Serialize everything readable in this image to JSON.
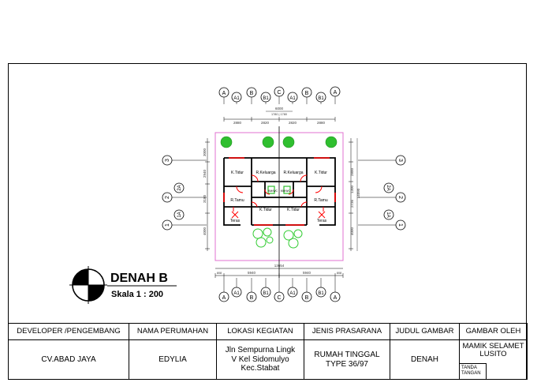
{
  "drawing": {
    "title": "DENAH B",
    "scale": "Skala 1 : 200"
  },
  "grid": {
    "top": [
      "A",
      "A1",
      "B",
      "B1",
      "C",
      "A1",
      "B",
      "B1",
      "A"
    ],
    "bottom": [
      "A",
      "A1",
      "B",
      "B1",
      "C",
      "A1",
      "B",
      "B1",
      "A"
    ],
    "left": [
      "3",
      "2",
      "1"
    ],
    "left_sub": [
      "2A",
      "1A"
    ],
    "right": [
      "3",
      "2",
      "1"
    ],
    "right_sub": [
      "2A",
      "1A"
    ]
  },
  "dimensions": {
    "top_total": "6000",
    "top_center": "1780 | 1780",
    "top_segments": [
      "2880",
      "2820",
      "2820",
      "2880"
    ],
    "bottom_segments": [
      "808",
      "5940",
      "5940",
      "808"
    ],
    "bottom_total": "13654",
    "left_segments": [
      "3000",
      "2940",
      "3180",
      "4000"
    ],
    "right_segments": [
      "2800",
      "1300",
      "2736",
      "4000"
    ],
    "right_total": "14090"
  },
  "rooms": {
    "k_tidur_left_top": "K.Tidur",
    "r_keluarga_left": "R.Keluarga",
    "r_keluarga_right": "R.Keluarga",
    "k_tidur_right_top": "K.Tidur",
    "km_wc_left": "KM/WC",
    "km_wc_right": "KM/WC",
    "r_tamu_left": "R.Tamu",
    "r_tamu_right": "R.Tamu",
    "k_tidur_left_mid": "K.Tidur",
    "k_tidur_right_mid": "K.Tidur",
    "teras_left": "Teras",
    "teras_right": "Teras"
  },
  "title_block": {
    "headers": [
      "DEVELOPER /PENGEMBANG",
      "NAMA PERUMAHAN",
      "LOKASI KEGIATAN",
      "JENIS PRASARANA",
      "JUDUL GAMBAR",
      "GAMBAR OLEH"
    ],
    "developer": "CV.ABAD JAYA",
    "housing": "EDYLIA",
    "location_line1": "Jln Sempurna Lingk",
    "location_line2": "V Kel Sidomulyo",
    "location_line3": "Kec.Stabat",
    "type_line1": "RUMAH TINGGAL",
    "type_line2": "TYPE 36/97",
    "drawing_title": "DENAH",
    "drawn_by_line1": "MAMIK SELAMET",
    "drawn_by_line2": "LUSITO",
    "signature_line1": "TANDA",
    "signature_line2": "TANGAN"
  },
  "colors": {
    "plot_boundary": "#e070d0",
    "wall": "#000000",
    "door": "#ff0000",
    "tree_filled": "#2fbf2f",
    "tree_outline": "#33cc33"
  }
}
